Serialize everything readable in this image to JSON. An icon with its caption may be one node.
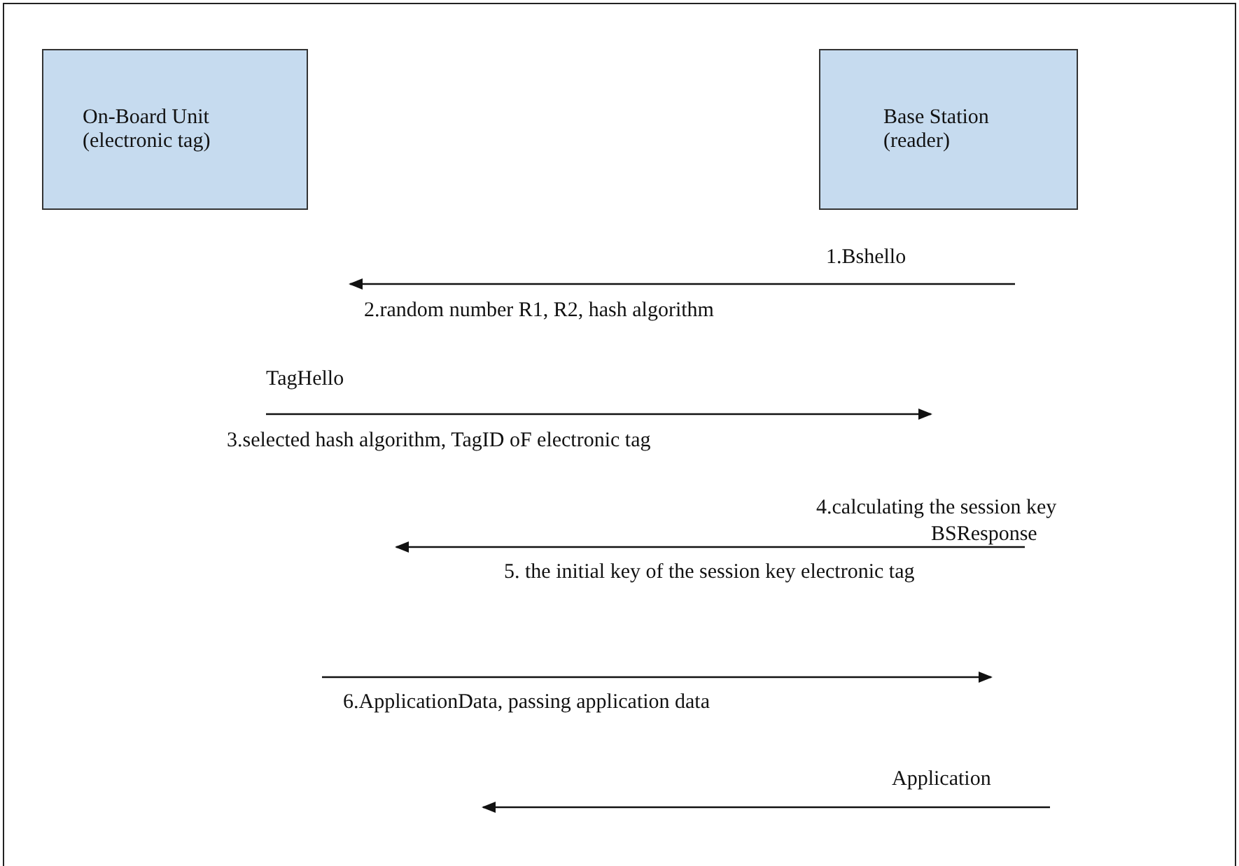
{
  "diagram": {
    "nodes": [
      {
        "text": [
          "On-Board Unit (electronic tag)"
        ]
      },
      {
        "text": [
          "Base Station (reader)"
        ]
      }
    ],
    "labels": [
      "1.Bshello",
      "2.random number R1, R2, hash algorithm",
      "TagHello",
      "3.selected hash algorithm, TagID oF electronic tag",
      "4.calculating the session key",
      "BSResponse",
      "5. the initial key of the session key electronic tag",
      "6.ApplicationData, passing application data",
      "Application"
    ]
  }
}
